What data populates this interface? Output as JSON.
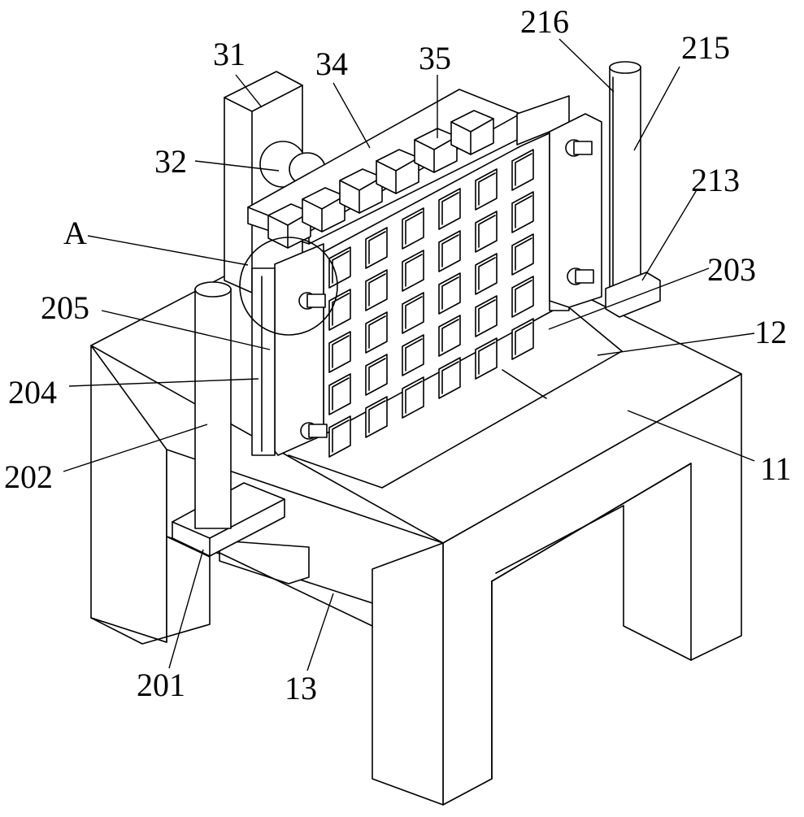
{
  "figure": {
    "labels": [
      {
        "id": "l31",
        "text": "31"
      },
      {
        "id": "l34",
        "text": "34"
      },
      {
        "id": "l35",
        "text": "35"
      },
      {
        "id": "l216",
        "text": "216"
      },
      {
        "id": "l215",
        "text": "215"
      },
      {
        "id": "l32",
        "text": "32"
      },
      {
        "id": "l213",
        "text": "213"
      },
      {
        "id": "lA",
        "text": "A"
      },
      {
        "id": "l203",
        "text": "203"
      },
      {
        "id": "l205",
        "text": "205"
      },
      {
        "id": "l12",
        "text": "12"
      },
      {
        "id": "l204",
        "text": "204"
      },
      {
        "id": "l11",
        "text": "11"
      },
      {
        "id": "l202",
        "text": "202"
      },
      {
        "id": "l201",
        "text": "201"
      },
      {
        "id": "l13",
        "text": "13"
      }
    ]
  }
}
